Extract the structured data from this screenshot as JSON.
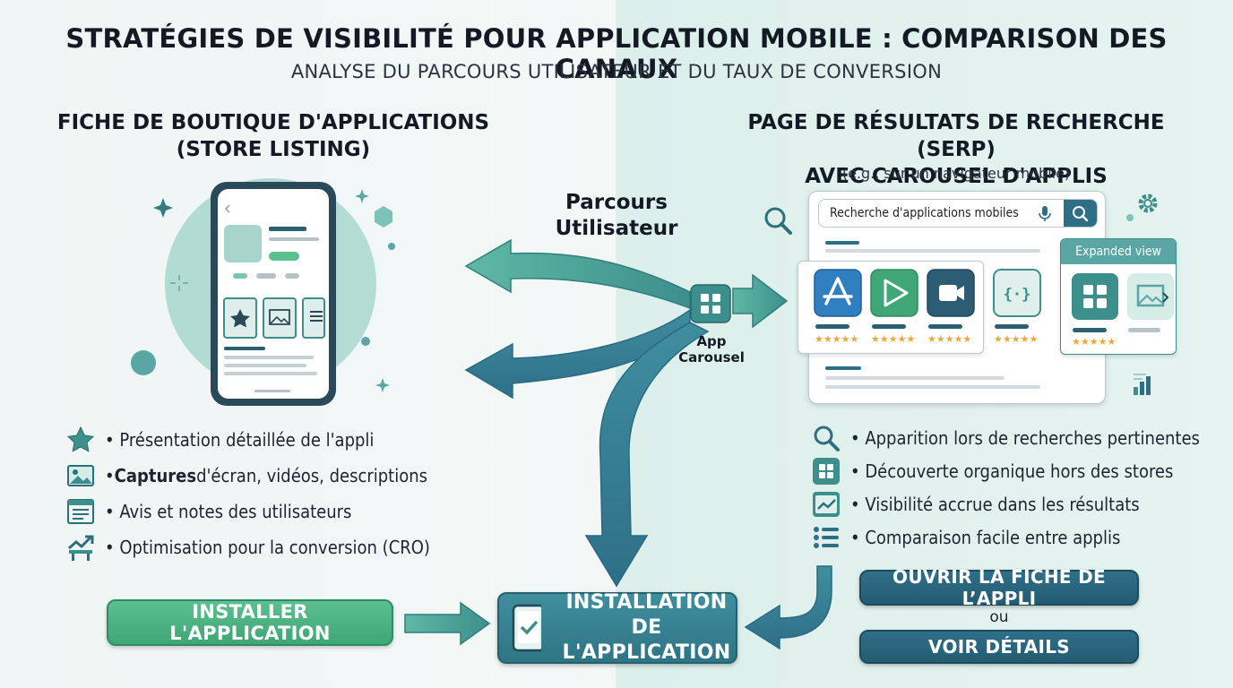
{
  "header": {
    "title": "STRATÉGIES DE VISIBILITÉ POUR APPLICATION MOBILE : COMPARISON DES CANAUX",
    "subtitle": "ANALYSE DU PARCOURS UTILISATEUR ET DU TAUX DE CONVERSION"
  },
  "left": {
    "title_line1": "FICHE DE BOUTIQUE D'APPLICATIONS",
    "title_line2": "(STORE LISTING)",
    "bullets": [
      {
        "icon": "star-icon",
        "text": "• Présentation détaillée de l'appli"
      },
      {
        "icon": "image-icon",
        "bold": "Captures",
        "text": " d'écran, vidéos, descriptions"
      },
      {
        "icon": "review-document-icon",
        "text": "• Avis et notes des utilisateurs"
      },
      {
        "icon": "growth-chart-icon",
        "text": "• Optimisation pour la conversion (CRO)"
      }
    ],
    "bullet_prefix": "• ",
    "install_button": "INSTALLER L'APPLICATION"
  },
  "center": {
    "flow_line1": "Parcours",
    "flow_line2": "Utilisateur",
    "carousel_label": "App Carousel",
    "install_line1": "INSTALLATION",
    "install_line2": "DE L'APPLICATION"
  },
  "right": {
    "title_line1": "PAGE DE RÉSULTATS DE RECHERCHE (SERP)",
    "title_line2": "AVEC CAROUSEL D'APPLIS",
    "note": "(e.g., sur un navigateur mobile)",
    "search_placeholder": "Recherche d'applications mobiles",
    "expanded_view": "Expanded view",
    "stars": "★★★★★",
    "bullets": [
      {
        "icon": "search-icon",
        "text": "• Apparition lors de recherches pertinentes"
      },
      {
        "icon": "grid-icon",
        "text": "• Découverte organique hors des stores"
      },
      {
        "icon": "trend-icon",
        "text": "• Visibilité accrue dans les résultats"
      },
      {
        "icon": "list-icon",
        "text": "• Comparaison facile entre applis"
      }
    ],
    "open_button": "OUVRIR LA FICHE DE L’APPLI",
    "or": "ou",
    "details_button": "VOIR DÉTAILS"
  },
  "colors": {
    "teal": "#3d8f8c",
    "green": "#4db384",
    "blue": "#2a6a82",
    "star": "#e8a93a"
  }
}
